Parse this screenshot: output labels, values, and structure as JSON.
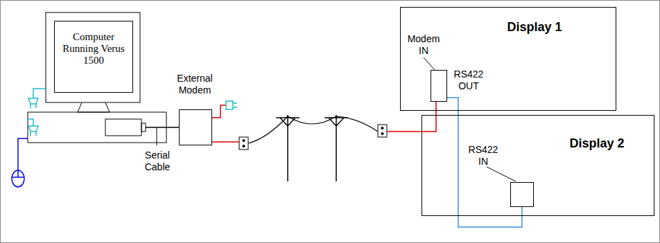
{
  "diagram": {
    "nodes": [
      {
        "text": [
          "Computer Running Verus 1500"
        ]
      },
      {
        "text": [
          "External Modem"
        ]
      },
      {
        "text": [
          "Display 1"
        ]
      },
      {
        "text": [
          "Modem IN",
          "RS422 OUT"
        ],
        "in": 2
      },
      {
        "text": [
          "Display 2"
        ]
      },
      {
        "text": [
          "RS422 IN"
        ],
        "in": 4
      }
    ],
    "edges": [
      {
        "from": 1,
        "to": 3,
        "arrow": "none"
      },
      {
        "from": 3,
        "to": 5,
        "arrow": "none"
      }
    ],
    "labels": [
      "Serial Cable"
    ]
  }
}
